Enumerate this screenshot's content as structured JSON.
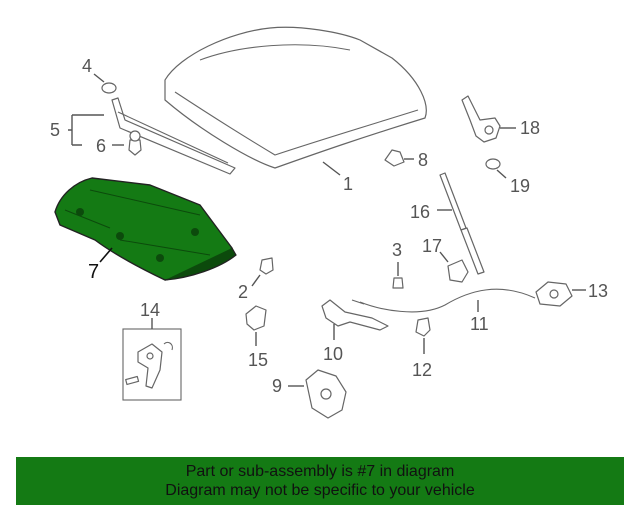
{
  "diagram": {
    "highlight_color": "#147a14",
    "highlighted_part": "7",
    "callouts": {
      "c1": "1",
      "c2": "2",
      "c3": "3",
      "c4": "4",
      "c5": "5",
      "c6": "6",
      "c7": "7",
      "c8": "8",
      "c9": "9",
      "c10": "10",
      "c11": "11",
      "c12": "12",
      "c13": "13",
      "c14": "14",
      "c15": "15",
      "c16": "16",
      "c17": "17",
      "c18": "18",
      "c19": "19"
    }
  },
  "banner": {
    "line1": "Part or sub-assembly is #7 in diagram",
    "line2": "Diagram may not be specific to your vehicle",
    "background": "#147a14"
  }
}
